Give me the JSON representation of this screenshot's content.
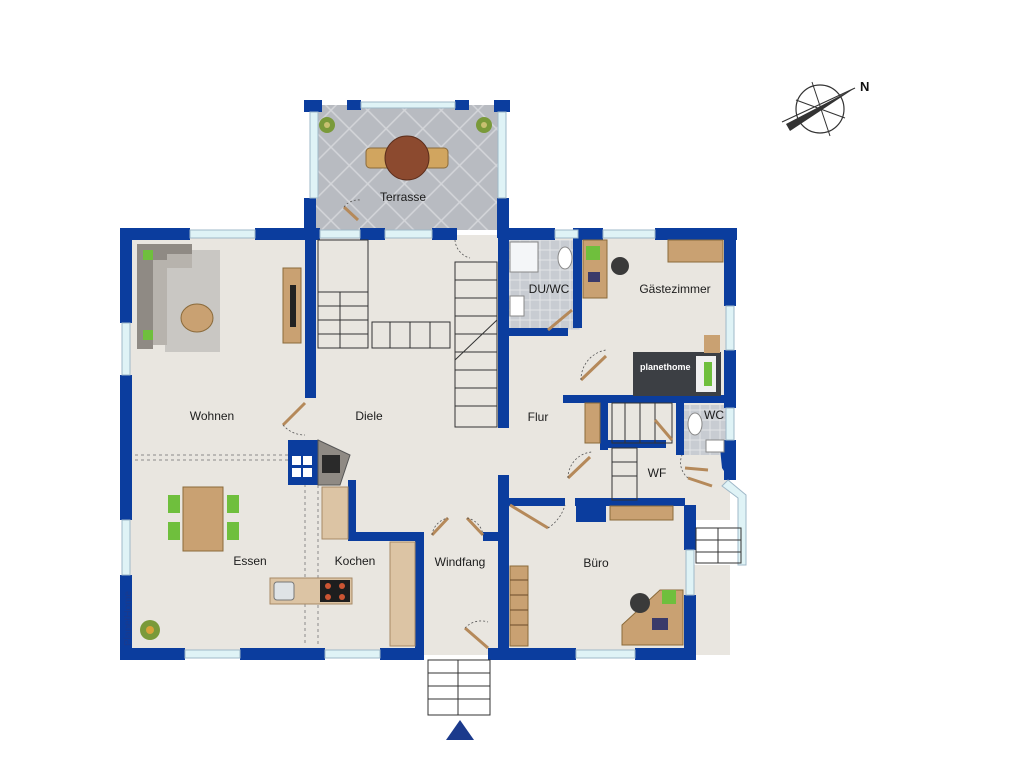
{
  "rooms": {
    "terrasse": "Terrasse",
    "wohnen": "Wohnen",
    "diele": "Diele",
    "du_wc": "DU/WC",
    "gaestezimmer": "Gästezimmer",
    "flur": "Flur",
    "wc": "WC",
    "wf": "WF",
    "essen": "Essen",
    "kochen": "Kochen",
    "windfang": "Windfang",
    "buero": "Büro"
  },
  "compass": {
    "label": "N"
  },
  "branding": {
    "logo": "PlanetHome",
    "bed_badge": "planethome"
  },
  "colors": {
    "wall": "#0b3d9e",
    "floor": "#e9e6e0",
    "terrace": "#b9bcc2",
    "window": "#dff3f6",
    "wood": "#c9a172"
  }
}
